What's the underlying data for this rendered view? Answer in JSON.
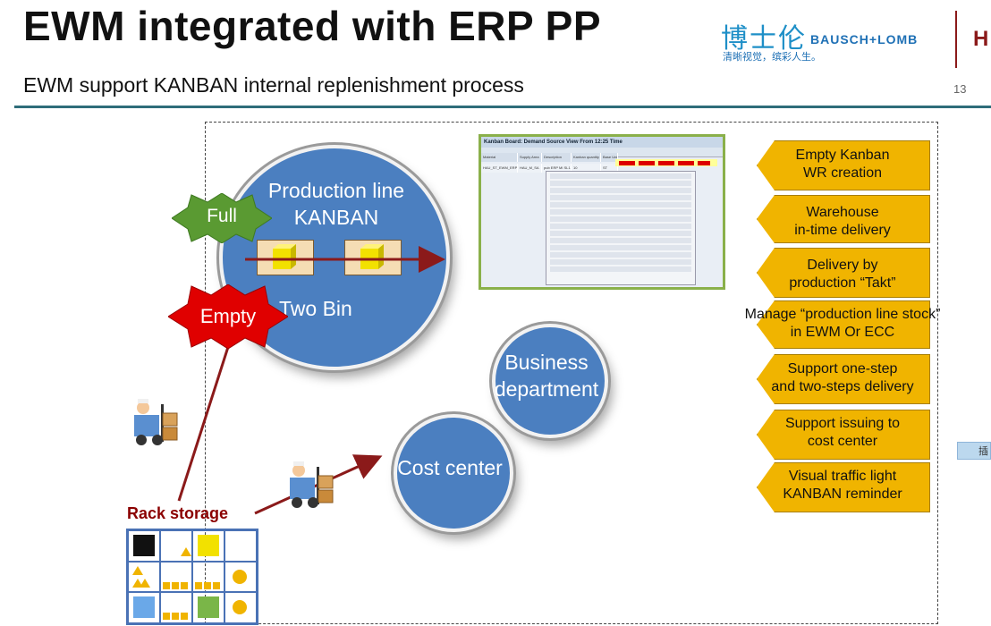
{
  "header": {
    "title": "EWM integrated with ERP PP",
    "subtitle": "EWM support KANBAN internal replenishment process",
    "page_number": "13"
  },
  "logo": {
    "chinese_name": "博士伦",
    "brand": "BAUSCH+LOMB",
    "slogan": "清晰视觉，缤彩人生。",
    "partner_initial": "H"
  },
  "diagram": {
    "production_bubble": {
      "title_line1": "Production line",
      "title_line2": "KANBAN",
      "bin_label": "Two Bin"
    },
    "full_badge": "Full",
    "empty_badge": "Empty",
    "business_bubble": {
      "line1": "Business",
      "line2": "department"
    },
    "cost_bubble": "Cost center",
    "rack_label": "Rack storage"
  },
  "sap_screen": {
    "title": "Kanban Board: Demand Source View From 12:25 Time",
    "columns": [
      "Material",
      "Supply Area",
      "Description",
      "Kanban quantity",
      "Base Unit"
    ],
    "row": [
      "HAU_ST_EWM_ERP",
      "HAU_M_SA",
      "pub ERP MI SL1",
      "10",
      "ST"
    ]
  },
  "features": [
    {
      "line1": "Empty Kanban",
      "line2": "WR creation"
    },
    {
      "line1": "Warehouse",
      "line2": "in-time delivery"
    },
    {
      "line1": "Delivery by",
      "line2": "production “Takt”"
    },
    {
      "line1": "Manage “production line stock”",
      "line2": "in EWM Or ECC"
    },
    {
      "line1": "Support one-step",
      "line2": "and two-steps delivery"
    },
    {
      "line1": "Support issuing to",
      "line2": "cost center"
    },
    {
      "line1": "Visual traffic light",
      "line2": "KANBAN reminder"
    }
  ],
  "side_tab": "插",
  "colors": {
    "accent_bar": "#2e6d7a",
    "bubble": "#4b7fc0",
    "feature_fill": "#f0b400",
    "arrow": "#8b1a1a",
    "full_badge": "#5a9a32",
    "empty_badge": "#e00000"
  }
}
